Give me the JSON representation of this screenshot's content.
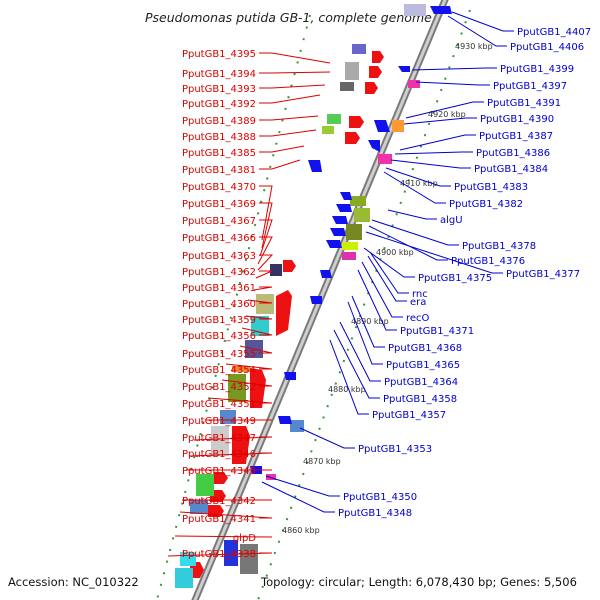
{
  "title": "Pseudomonas putida GB-1, complete genome",
  "footer": {
    "accession": "Accession: NC_010322",
    "topology": "Topology: circular; Length: 6,078,430 bp; Genes: 5,506"
  },
  "colors": {
    "forward_gene": "#ee1111",
    "reverse_gene": "#1111ee",
    "left_label": "#dd0000",
    "right_label": "#0000cc",
    "backbone": "#999999",
    "tick": "#339933"
  },
  "tick_labels": [
    "4930 kbp",
    "4920 kbp",
    "4910 kbp",
    "4900 kbp",
    "4890 kbp",
    "4880 kbp",
    "4870 kbp",
    "4860 kbp"
  ],
  "left_labels": [
    "PputGB1_4395",
    "PputGB1_4394",
    "PputGB1_4393",
    "PputGB1_4392",
    "PputGB1_4389",
    "PputGB1_4388",
    "PputGB1_4385",
    "PputGB1_4381",
    "PputGB1_4370",
    "PputGB1_4369",
    "PputGB1_4367",
    "PputGB1_4366",
    "PputGB1_4363",
    "PputGB1_4362",
    "PputGB1_4361",
    "PputGB1_4360",
    "PputGB1_4359",
    "PputGB1_4356",
    "PputGB1_4355",
    "PputGB1_4354",
    "PputGB1_4352",
    "PputGB1_4351",
    "PputGB1_4349",
    "PputGB1_4347",
    "PputGB1_4346",
    "PputGB1_4345",
    "PputGB1_4342",
    "PputGB1_4341",
    "glpD",
    "PputGB1_4338"
  ],
  "right_labels": [
    "PputGB1_4407",
    "PputGB1_4406",
    "PputGB1_4399",
    "PputGB1_4397",
    "PputGB1_4391",
    "PputGB1_4390",
    "PputGB1_4387",
    "PputGB1_4386",
    "PputGB1_4384",
    "PputGB1_4383",
    "PputGB1_4382",
    "algU",
    "PputGB1_4378",
    "PputGB1_4376",
    "PputGB1_4377",
    "PputGB1_4375",
    "rnc",
    "era",
    "recO",
    "PputGB1_4371",
    "PputGB1_4368",
    "PputGB1_4365",
    "PputGB1_4364",
    "PputGB1_4358",
    "PputGB1_4357",
    "PputGB1_4353",
    "PputGB1_4350",
    "PputGB1_4348"
  ]
}
